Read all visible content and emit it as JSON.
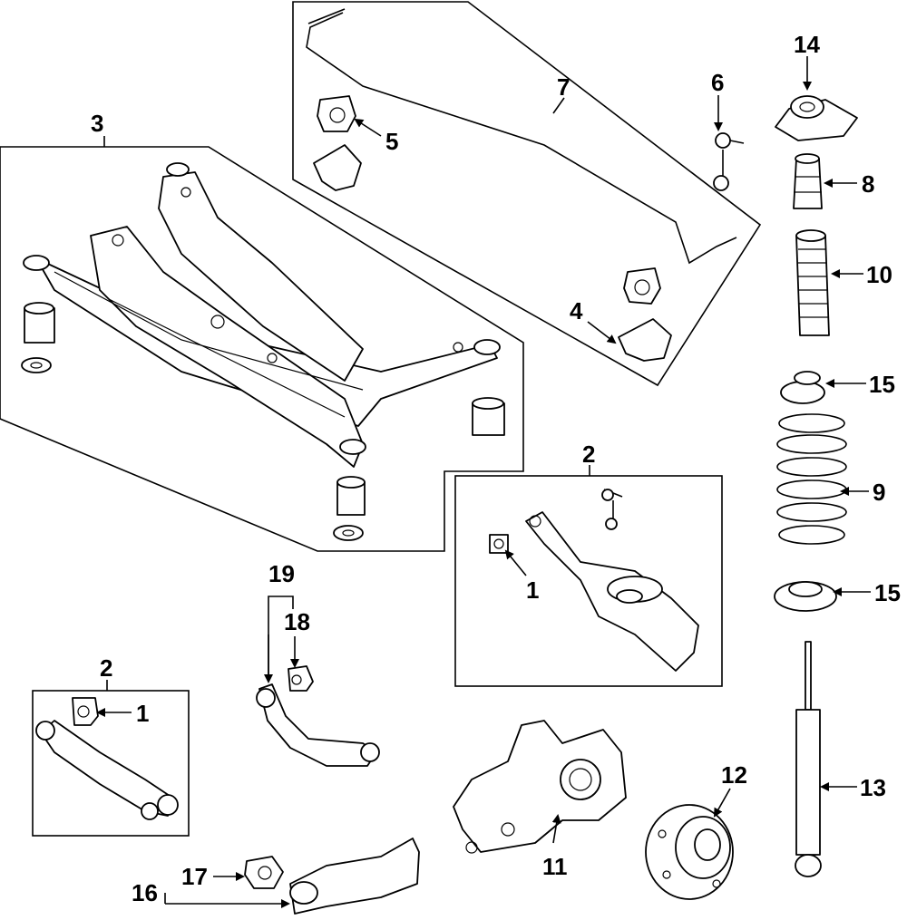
{
  "callouts": {
    "c1a": "1",
    "c1b": "1",
    "c2a": "2",
    "c2b": "2",
    "c3": "3",
    "c4": "4",
    "c5": "5",
    "c6": "6",
    "c7": "7",
    "c8": "8",
    "c9": "9",
    "c10": "10",
    "c11": "11",
    "c12": "12",
    "c13": "13",
    "c14": "14",
    "c15a": "15",
    "c15b": "15",
    "c16": "16",
    "c17": "17",
    "c18": "18",
    "c19": "19"
  }
}
